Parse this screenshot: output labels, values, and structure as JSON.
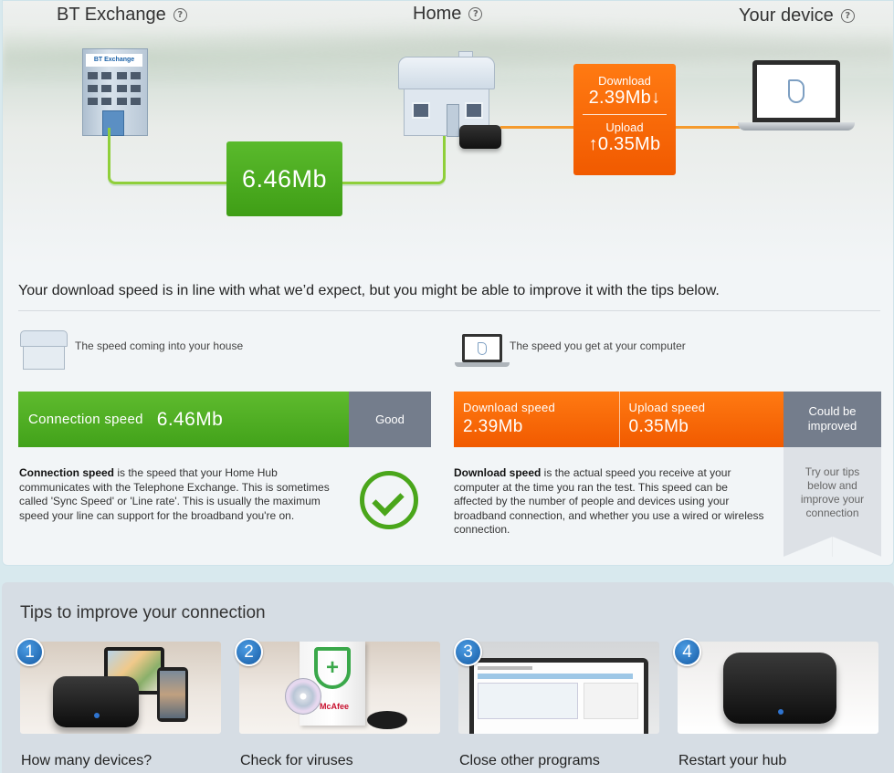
{
  "diagram": {
    "exchange_title": "BT Exchange",
    "home_title": "Home",
    "device_title": "Your device",
    "exchange_sign": "BT Exchange",
    "line_speed": "6.46Mb",
    "download_label": "Download",
    "download_value": "2.39Mb",
    "upload_label": "Upload",
    "upload_value": "0.35Mb",
    "help_glyph": "?"
  },
  "summary": "Your download speed is in line with what we’d expect, but you might be able to improve it with the tips below.",
  "house_section": {
    "caption": "The speed coming into your house",
    "bar_label": "Connection speed",
    "bar_value": "6.46Mb",
    "rating": "Good",
    "desc_term": "Connection speed",
    "desc_text": " is the speed that your Home Hub communicates with the Telephone Exchange. This is sometimes called 'Sync Speed' or 'Line rate'. This is usually the maximum speed your line can support for the broadband you're on."
  },
  "computer_section": {
    "caption": "The speed you get at your computer",
    "download_label": "Download speed",
    "download_value": "2.39Mb",
    "upload_label": "Upload speed",
    "upload_value": "0.35Mb",
    "rating": "Could be improved",
    "tip_hint": "Try our tips below and improve your connection",
    "desc_term": "Download speed",
    "desc_text": " is the actual speed you receive at your computer at the time you ran the test. This speed can be affected by the number of people and devices using your broadband connection, and whether you use a wired or wireless connection."
  },
  "tips": {
    "title": "Tips to improve your connection",
    "items": [
      {
        "num": "1",
        "label": "How many devices?"
      },
      {
        "num": "2",
        "label": "Check for viruses"
      },
      {
        "num": "3",
        "label": "Close other programs"
      },
      {
        "num": "4",
        "label": "Restart your hub"
      }
    ]
  },
  "colors": {
    "green": "#4aa61b",
    "orange": "#f15a00",
    "rating_grey": "#747d8c",
    "tip_blue": "#155aa3"
  }
}
